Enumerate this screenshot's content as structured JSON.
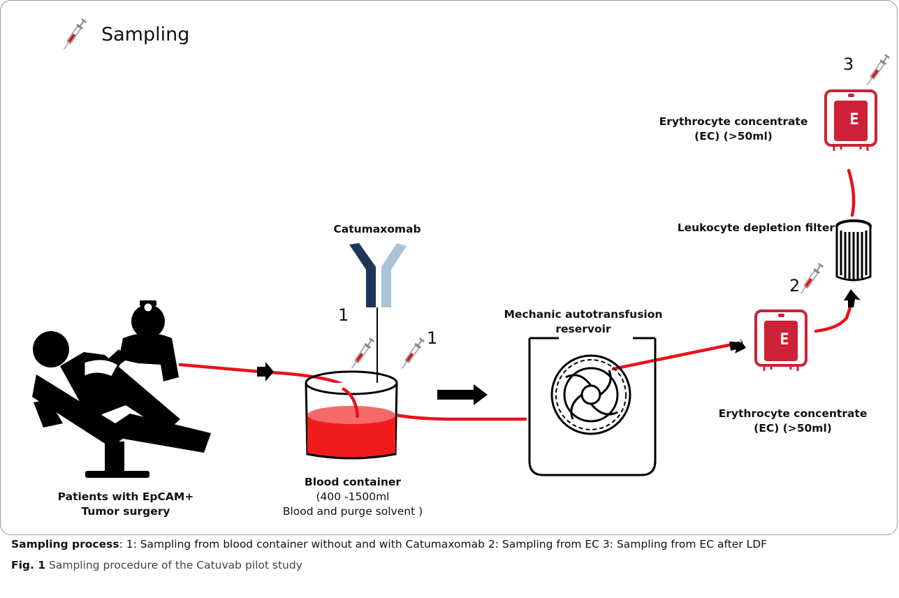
{
  "figure": {
    "header_title": "Sampling",
    "catumaxomab_label": "Catumaxomab",
    "patients_label_line1": "Patients with EpCAM+",
    "patients_label_line2": "Tumor surgery",
    "blood_container_label": "Blood container",
    "blood_container_detail_line1": "(400 -1500ml",
    "blood_container_detail_line2": "Blood and purge solvent )",
    "reservoir_label_line1": "Mechanic autotransfusion",
    "reservoir_label_line2": "reservoir",
    "ec_lower_label_line1": "Erythrocyte concentrate",
    "ec_lower_label_line2": "(EC)  (>50ml)",
    "ec_upper_label_line1": "Erythrocyte concentrate",
    "ec_upper_label_line2": "(EC) (>50ml)",
    "ldf_label": "Leukocyte depletion filter",
    "step_1a": "1",
    "step_1b": "1",
    "step_2": "2",
    "step_3": "3",
    "bag_letter_lower": "E",
    "bag_letter_upper": "E"
  },
  "caption": {
    "process_bold": "Sampling process",
    "process_text": ": 1: Sampling from  blood container without and with Catumaxomab 2: Sampling from EC  3: Sampling from EC after LDF",
    "fig_bold": "Fig. 1",
    "fig_text": "  Sampling procedure of the Catuvab pilot study"
  },
  "colors": {
    "tube_red": "#e8131b",
    "blood_fill": "#f01c1c",
    "blood_surface": "#f46a6a",
    "bag_red": "#cc2136",
    "antibody_dark": "#1e3654",
    "antibody_light": "#a9c4d8"
  },
  "icons": [
    "syringe-icon",
    "patient-surgeon-icon",
    "antibody-icon",
    "blood-bag-icon",
    "filter-icon",
    "pump-icon",
    "arrow-icon"
  ]
}
